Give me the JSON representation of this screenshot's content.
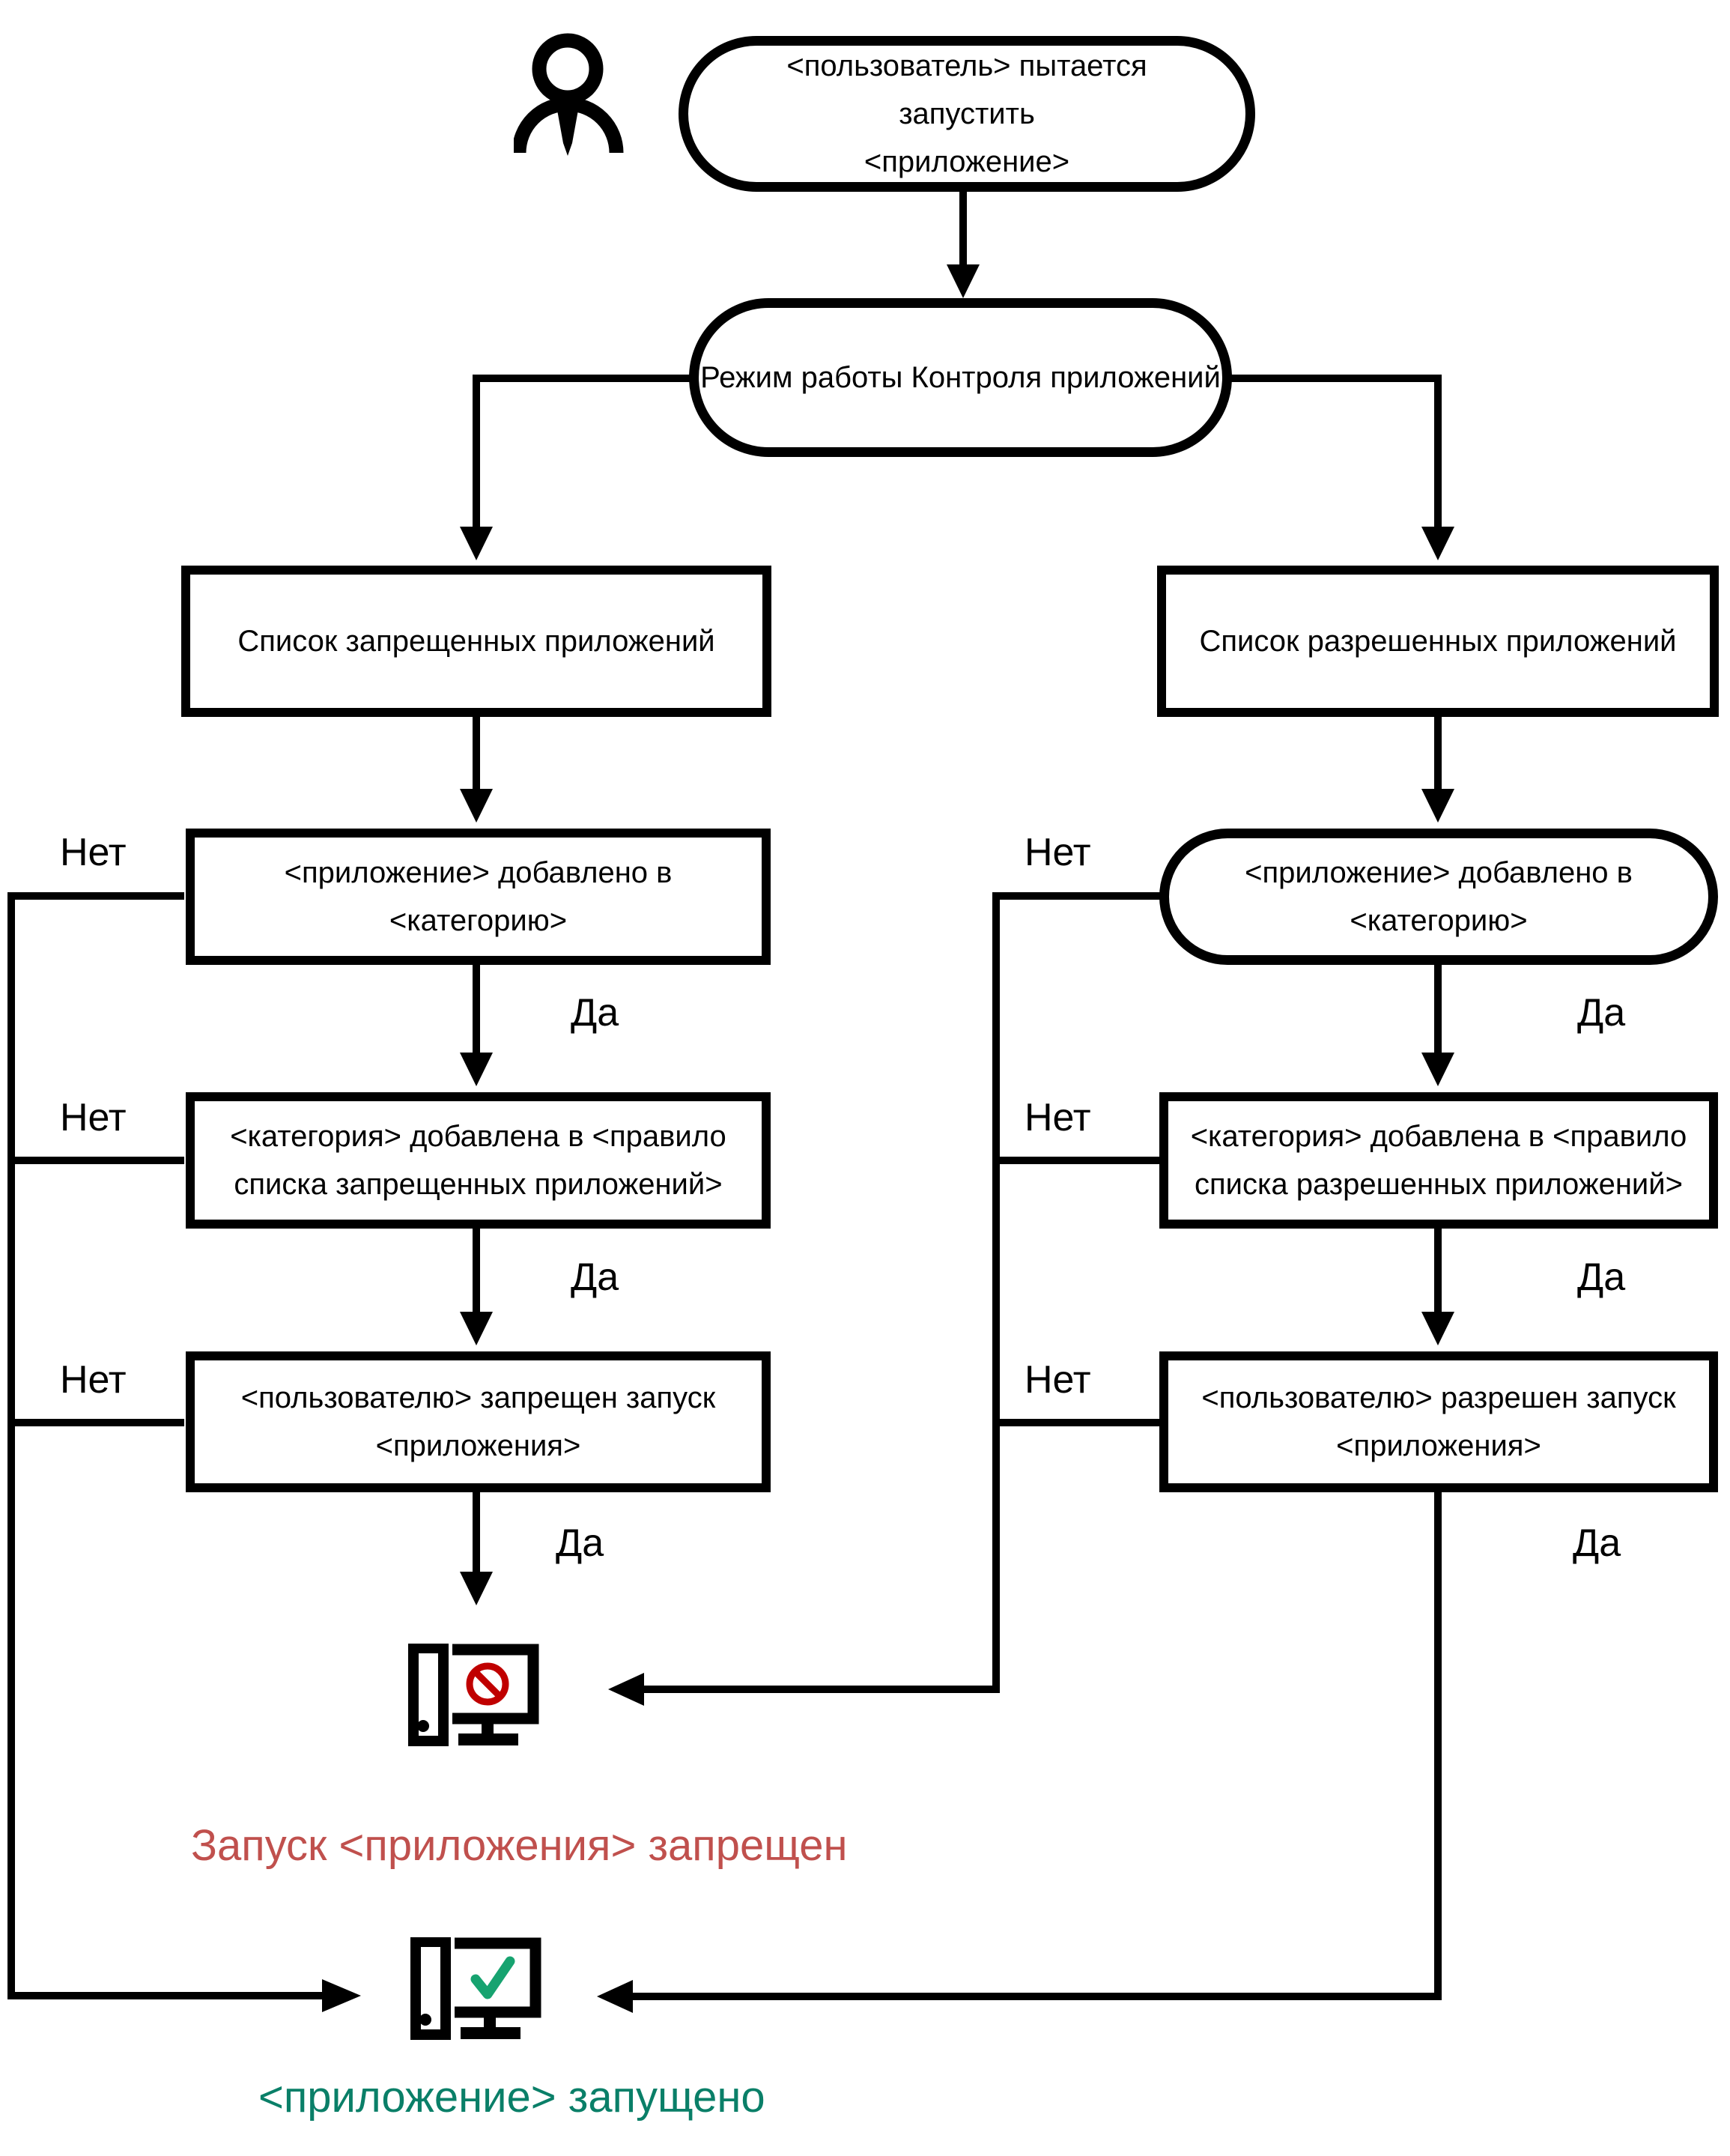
{
  "diagram": {
    "nodes": {
      "start": "<пользователь> пытается запустить\n<приложение>",
      "mode": "Режим работы Контроля приложений",
      "denylist": "Список запрещенных приложений",
      "allowlist": "Список разрешенных приложений",
      "deny_app_in_category": "<приложение> добавлено в\n<категорию>",
      "allow_app_in_category": "<приложение> добавлено в\n<категорию>",
      "deny_category_in_rule": "<категория> добавлена в <правило\nсписка запрещенных приложений>",
      "allow_category_in_rule": "<категория> добавлена в <правило\nсписка разрешенных приложений>",
      "deny_user_rule": "<пользователю> запрещен запуск\n<приложения>",
      "allow_user_rule": "<пользователю> разрешен запуск\n<приложения>"
    },
    "edge_labels": {
      "yes": "Да",
      "no": "Нет"
    },
    "results": {
      "blocked": "Запуск <приложения> запрещен",
      "started": "<приложение> запущено"
    },
    "icons": {
      "user": "user-icon",
      "blocked_computer": "computer-with-prohibition-icon",
      "running_computer": "computer-with-checkmark-icon"
    },
    "colors": {
      "line": "#000000",
      "blocked_text": "#c0504d",
      "started_text": "#0a7f68",
      "prohibition_sign": "#c00000",
      "check_mark": "#17a370"
    }
  }
}
